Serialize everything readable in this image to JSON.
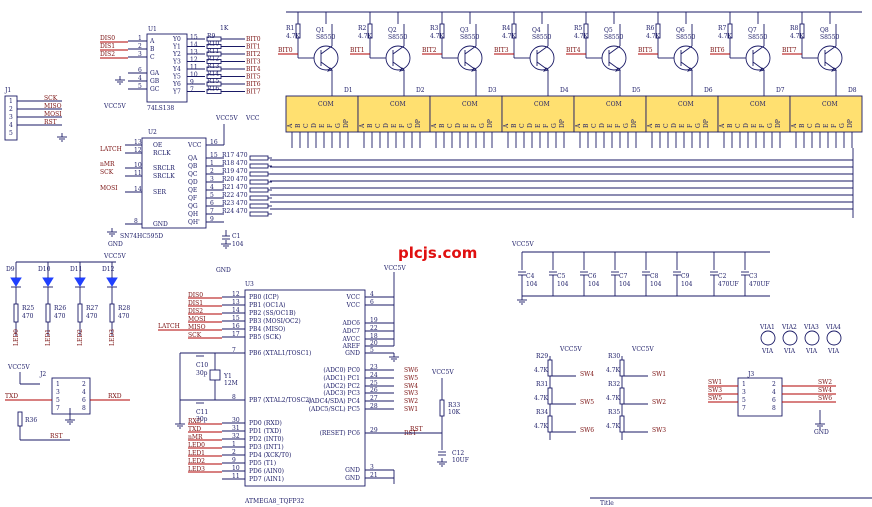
{
  "watermark": "plcjs.com",
  "power": {
    "vcc": "VCC5V",
    "vcc_short": "VCC",
    "gnd": "GND"
  },
  "bit_labels": [
    "BIT0",
    "BIT1",
    "BIT2",
    "BIT3",
    "BIT4",
    "BIT5",
    "BIT6",
    "BIT7"
  ],
  "transistors": [
    {
      "r": "R1",
      "rv": "4.7K",
      "q": "Q1",
      "m": "S8550",
      "bit": "BIT0",
      "d": "D1"
    },
    {
      "r": "R2",
      "rv": "4.7K",
      "q": "Q2",
      "m": "S8550",
      "bit": "BIT1",
      "d": "D2"
    },
    {
      "r": "R3",
      "rv": "4.7K",
      "q": "Q3",
      "m": "S8550",
      "bit": "BIT2",
      "d": "D3"
    },
    {
      "r": "R4",
      "rv": "4.7K",
      "q": "Q4",
      "m": "S8550",
      "bit": "BIT3",
      "d": "D4"
    },
    {
      "r": "R5",
      "rv": "4.7K",
      "q": "Q5",
      "m": "S8550",
      "bit": "BIT4",
      "d": "D5"
    },
    {
      "r": "R6",
      "rv": "4.7K",
      "q": "Q6",
      "m": "S8550",
      "bit": "BIT5",
      "d": "D6"
    },
    {
      "r": "R7",
      "rv": "4.7K",
      "q": "Q7",
      "m": "S8550",
      "bit": "BIT6",
      "d": "D7"
    },
    {
      "r": "R8",
      "rv": "4.7K",
      "q": "Q8",
      "m": "S8550",
      "bit": "BIT7",
      "d": "D8"
    }
  ],
  "digit_com": "COM",
  "seg_pins": [
    "A",
    "B",
    "C",
    "D",
    "E",
    "F",
    "G",
    "DP"
  ],
  "u1": {
    "ref": "U1",
    "part": "74LS138",
    "inputs": [
      "A",
      "B",
      "C",
      "GA",
      "GB",
      "GC"
    ],
    "input_nets": [
      "DIS0",
      "DIS1",
      "DIS2"
    ],
    "pin_nums_in": [
      "1",
      "2",
      "3",
      "6",
      "4",
      "5"
    ],
    "outputs": [
      "Y0",
      "Y1",
      "Y2",
      "Y3",
      "Y4",
      "Y5",
      "Y6",
      "Y7"
    ],
    "pin_nums_out": [
      "15",
      "14",
      "13",
      "12",
      "11",
      "10",
      "9",
      "7"
    ],
    "rn_label": "1K",
    "r_refs": [
      "R9",
      "R10",
      "R11",
      "R12",
      "R13",
      "R14",
      "R15",
      "R16"
    ],
    "out_nets": [
      "BIT0",
      "BIT1",
      "BIT2",
      "BIT3",
      "BIT4",
      "BIT5",
      "BIT6",
      "BIT7"
    ]
  },
  "j1": {
    "ref": "J1",
    "pins": [
      "1",
      "2",
      "3",
      "4",
      "5"
    ],
    "nets": [
      "SCK",
      "MISO",
      "MOSI",
      "RST"
    ]
  },
  "u2": {
    "ref": "U2",
    "part": "SN74HC595D",
    "left_pins": [
      "OE",
      "RCLK",
      "SRCLR",
      "SRCLK",
      "SER",
      "GND"
    ],
    "left_nums": [
      "13",
      "12",
      "10",
      "11",
      "14",
      "8"
    ],
    "left_nets": [
      "LATCH",
      "nMR",
      "SCK",
      "MOSI"
    ],
    "right_pins": [
      "VCC",
      "QA",
      "QB",
      "QC",
      "QD",
      "QE",
      "QF",
      "QG",
      "QH",
      "QH'"
    ],
    "right_nums": [
      "16",
      "15",
      "1",
      "2",
      "3",
      "4",
      "5",
      "6",
      "7",
      "9"
    ],
    "r_labels": [
      "R17 470",
      "R18 470",
      "R19 470",
      "R20 470",
      "R21 470",
      "R22 470",
      "R23 470",
      "R24 470"
    ]
  },
  "c1": {
    "ref": "C1",
    "val": "104"
  },
  "leds": [
    {
      "d": "D9",
      "r": "R25",
      "v": "470",
      "n": "LED0"
    },
    {
      "d": "D10",
      "r": "R26",
      "v": "470",
      "n": "LED1"
    },
    {
      "d": "D11",
      "r": "R27",
      "v": "470",
      "n": "LED2"
    },
    {
      "d": "D12",
      "r": "R28",
      "v": "470",
      "n": "LED3"
    }
  ],
  "u3": {
    "ref": "U3",
    "part": "ATMEGA8_TQFP32",
    "left_pins": [
      "PB0 (ICP)",
      "PB1 (OC1A)",
      "PB2 (SS/OC1B)",
      "PB3 (MOSI/OC2)",
      "PB4 (MISO)",
      "PB5 (SCK)",
      "PB6 (XTAL1/TOSC1)",
      "PB7 (XTAL2/TOSC2)",
      "PD0 (RXD)",
      "PD1 (TXD)",
      "PD2 (INT0)",
      "PD3 (INT1)",
      "PD4 (XCK/T0)",
      "PD5 (T1)",
      "PD6 (AIN0)",
      "PD7 (AIN1)"
    ],
    "left_nums": [
      "12",
      "13",
      "14",
      "15",
      "16",
      "17",
      "7",
      "8",
      "30",
      "31",
      "32",
      "1",
      "2",
      "9",
      "10",
      "11"
    ],
    "left_nets": [
      "DIS0",
      "DIS1",
      "DIS2",
      "MOSI",
      "MISO",
      "SCK",
      "",
      "",
      "RXD",
      "TXD",
      "nMR",
      "LED0",
      "LED1",
      "LED2",
      "LED3",
      ""
    ],
    "right_pins": [
      "VCC",
      "VCC",
      "ADC6",
      "ADC7",
      "AVCC",
      "AREF",
      "GND",
      "(ADC0) PC0",
      "(ADC1) PC1",
      "(ADC2) PC2",
      "(ADC3) PC3",
      "(ADC4/SDA) PC4",
      "(ADC5/SCL) PC5",
      "(RESET) PC6",
      "GND",
      "GND"
    ],
    "right_nums": [
      "4",
      "6",
      "19",
      "22",
      "18",
      "20",
      "5",
      "23",
      "24",
      "25",
      "26",
      "27",
      "28",
      "29",
      "3",
      "21"
    ],
    "right_nets": [
      "",
      "",
      "",
      "",
      "",
      "",
      "",
      "SW6",
      "SW5",
      "SW4",
      "SW3",
      "SW2",
      "SW1",
      "RST",
      "",
      ""
    ]
  },
  "latch_net": "LATCH",
  "c10": {
    "ref": "C10",
    "val": "30p"
  },
  "c11": {
    "ref": "C11",
    "val": "30p"
  },
  "y1": {
    "ref": "Y1",
    "val": "12M"
  },
  "j2": {
    "ref": "J2",
    "nets": [
      "TXD",
      "RXD"
    ],
    "r": "R36",
    "rst": "RST",
    "pins": [
      "1",
      "2",
      "3",
      "4",
      "5",
      "6",
      "7",
      "8"
    ]
  },
  "reset": {
    "r": "R33",
    "rv": "10K",
    "c": "C12",
    "cv": "10UF",
    "net": "RST"
  },
  "caps": [
    {
      "ref": "C4",
      "val": "104"
    },
    {
      "ref": "C5",
      "val": "104"
    },
    {
      "ref": "C6",
      "val": "104"
    },
    {
      "ref": "C7",
      "val": "104"
    },
    {
      "ref": "C8",
      "val": "104"
    },
    {
      "ref": "C9",
      "val": "104"
    },
    {
      "ref": "C2",
      "val": "470UF"
    },
    {
      "ref": "C3",
      "val": "470UF"
    }
  ],
  "keys": [
    {
      "r": "R29",
      "v": "4.7K",
      "sw": "SW4"
    },
    {
      "r": "R31",
      "v": "4.7K",
      "sw": "SW5"
    },
    {
      "r": "R34",
      "v": "4.7K",
      "sw": "SW6"
    },
    {
      "r": "R30",
      "v": "4.7K",
      "sw": "SW1"
    },
    {
      "r": "R32",
      "v": "4.7K",
      "sw": "SW2"
    },
    {
      "r": "R35",
      "v": "4.7K",
      "sw": "SW3"
    }
  ],
  "vias": [
    {
      "ref": "VIA1",
      "v": "VIA"
    },
    {
      "ref": "VIA2",
      "v": "VIA"
    },
    {
      "ref": "VIA3",
      "v": "VIA"
    },
    {
      "ref": "VIA4",
      "v": "VIA"
    }
  ],
  "j3": {
    "ref": "J3",
    "left": [
      "SW1",
      "SW3",
      "SW5"
    ],
    "right": [
      "SW2",
      "SW4",
      "SW6"
    ],
    "pins": [
      "1",
      "2",
      "3",
      "4",
      "5",
      "6",
      "7",
      "8"
    ]
  },
  "title_block": "Title"
}
